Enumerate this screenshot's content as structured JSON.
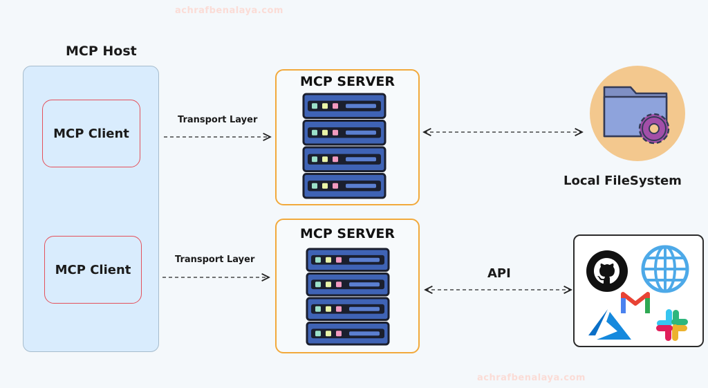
{
  "watermarks": [
    "achrafbenalaya.com",
    "achrafbenalaya.com"
  ],
  "host": {
    "title": "MCP Host",
    "clients": [
      "MCP Client",
      "MCP Client"
    ]
  },
  "servers": [
    {
      "title": "MCP SERVER",
      "connection_label": "Transport Layer"
    },
    {
      "title": "MCP SERVER",
      "connection_label": "Transport Layer"
    }
  ],
  "filesystem": {
    "label": "Local FileSystem",
    "icon": "folder-gear-icon"
  },
  "api": {
    "label": "API",
    "icons": [
      "github-icon",
      "globe-icon",
      "gmail-icon",
      "azure-icon",
      "slack-icon"
    ]
  },
  "colors": {
    "host_fill": "#d9ecfd",
    "client_border": "#e4505a",
    "server_border": "#f2a93b",
    "rack_fill": "#3f63b5",
    "filesystem_circle": "#f3c88e"
  }
}
